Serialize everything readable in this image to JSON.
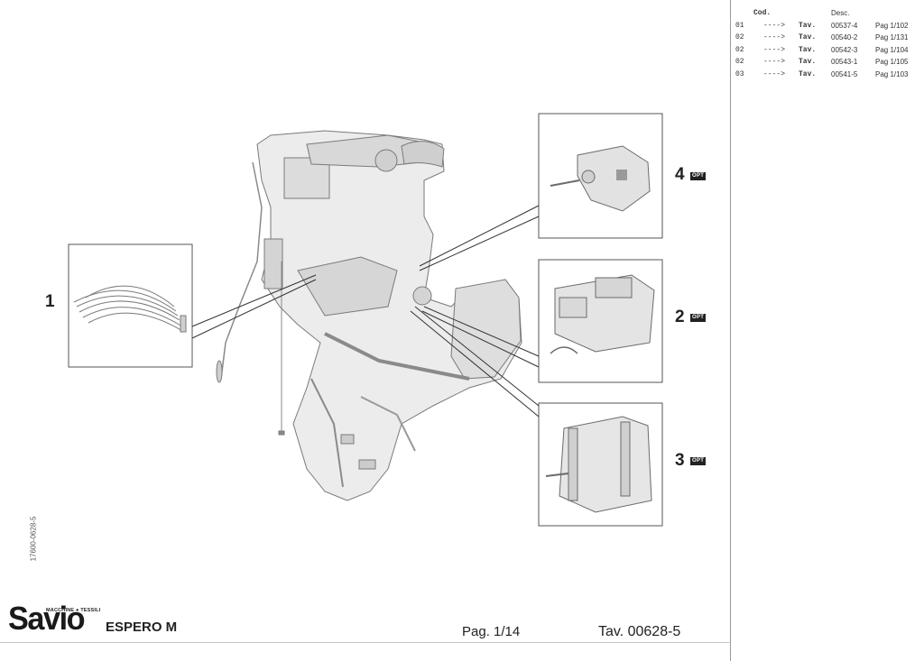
{
  "parts_table": {
    "header": {
      "cod": "Cod.",
      "desc": "Desc."
    },
    "rows": [
      {
        "idx": "01",
        "arrow": "---->",
        "tav": "Tav.",
        "code": "00537-4",
        "page": "Pag 1/102"
      },
      {
        "idx": "02",
        "arrow": "---->",
        "tav": "Tav.",
        "code": "00540-2",
        "page": "Pag 1/131"
      },
      {
        "idx": "02",
        "arrow": "---->",
        "tav": "Tav.",
        "code": "00542-3",
        "page": "Pag 1/104"
      },
      {
        "idx": "02",
        "arrow": "---->",
        "tav": "Tav.",
        "code": "00543-1",
        "page": "Pag 1/105"
      },
      {
        "idx": "03",
        "arrow": "---->",
        "tav": "Tav.",
        "code": "00541-5",
        "page": "Pag 1/103"
      }
    ]
  },
  "callouts": {
    "c1": "1",
    "c2": "2",
    "c3": "3",
    "c4": "4",
    "opt": "OPT"
  },
  "side_code": "17600-0628-5",
  "footer": {
    "logo": "Savio",
    "logo_sub": "MACCHINE ● TESSILI",
    "model": "ESPERO M",
    "page": "Pag. 1/14",
    "tav": "Tav. 00628-5"
  }
}
